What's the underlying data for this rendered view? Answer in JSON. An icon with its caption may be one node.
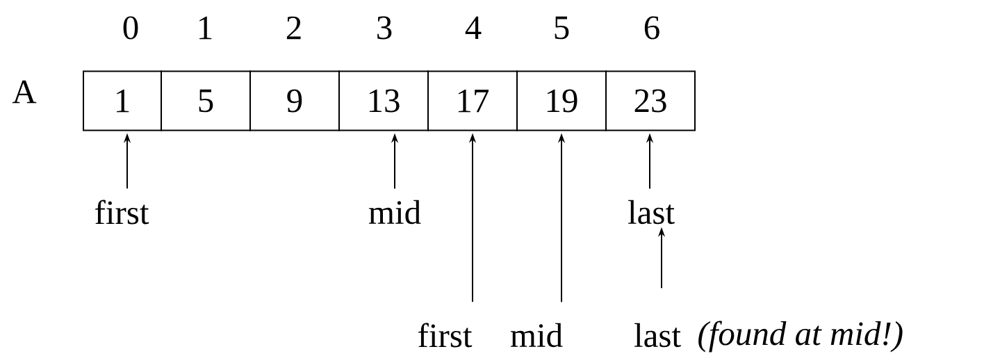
{
  "diagram": {
    "nodes": [
      {
        "text": [
          "1"
        ]
      },
      {
        "text": [
          "5"
        ]
      },
      {
        "text": [
          "9"
        ]
      },
      {
        "text": [
          "13"
        ]
      },
      {
        "text": [
          "17"
        ]
      },
      {
        "text": [
          "19"
        ]
      },
      {
        "text": [
          "23"
        ]
      },
      {
        "text": [
          "first"
        ]
      },
      {
        "text": [
          "mid"
        ]
      },
      {
        "text": [
          "last"
        ]
      },
      {
        "text": [
          "first"
        ]
      },
      {
        "text": [
          "mid"
        ]
      },
      {
        "text": [
          "last"
        ]
      }
    ],
    "edges": [
      {
        "from": 7,
        "to": 0,
        "arrow": "to"
      },
      {
        "from": 8,
        "to": 3,
        "arrow": "to"
      },
      {
        "from": 9,
        "to": 6,
        "arrow": "to"
      },
      {
        "from": 10,
        "to": 4,
        "arrow": "to"
      },
      {
        "from": 11,
        "to": 5,
        "arrow": "to"
      },
      {
        "from": 12,
        "to": 9,
        "arrow": "to"
      }
    ],
    "labels": [
      "0",
      "1",
      "2",
      "3",
      "4",
      "5",
      "6",
      "A",
      "(found at mid!)"
    ]
  }
}
